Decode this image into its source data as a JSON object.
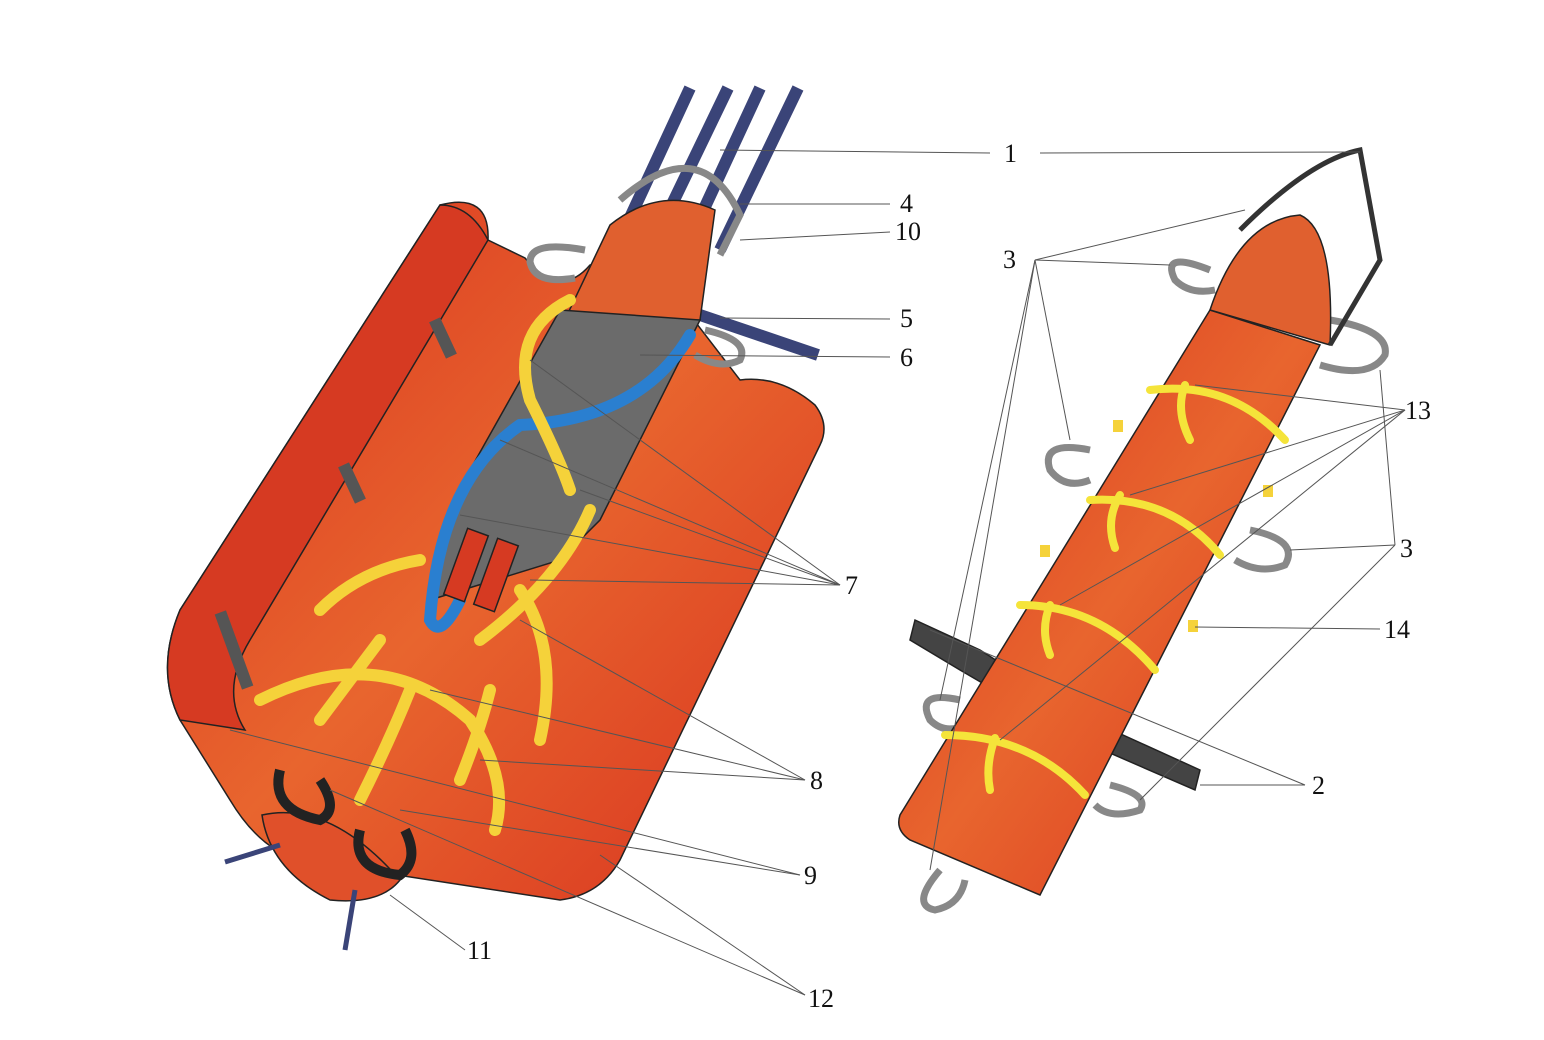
{
  "diagram": {
    "labels": {
      "l1": "1",
      "l2": "2",
      "l3a": "3",
      "l3b": "3",
      "l4": "4",
      "l5": "5",
      "l6": "6",
      "l7": "7",
      "l8": "8",
      "l9": "9",
      "l10": "10",
      "l11": "11",
      "l12": "12",
      "l13": "13",
      "l14": "14"
    },
    "colors": {
      "body": "#e0452a",
      "body_dark": "#c8301c",
      "strap_yellow": "#f5e43a",
      "strap_blue": "#2a7fd0",
      "panel_gray": "#6b6b6b",
      "handle_gray": "#888888",
      "pole_navy": "#3a4478"
    }
  }
}
